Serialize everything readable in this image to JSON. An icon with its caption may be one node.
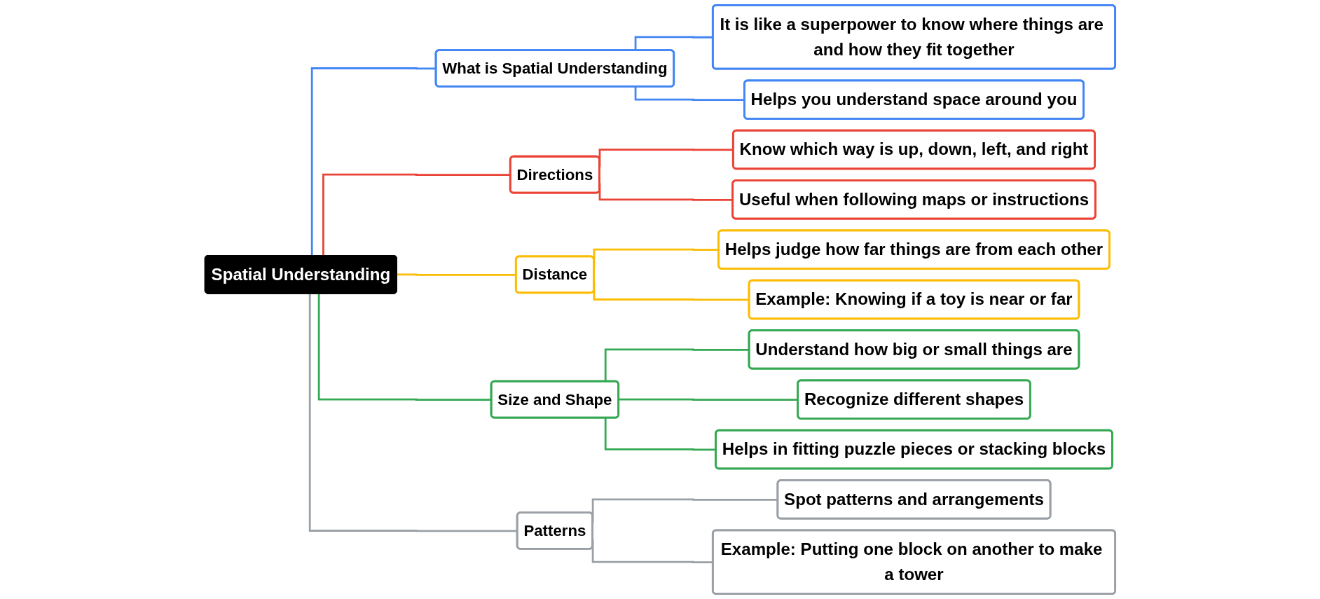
{
  "diagram": {
    "nodes": [
      {
        "text": [
          "Spatial Understanding"
        ]
      },
      {
        "text": [
          "What is Spatial Understanding"
        ]
      },
      {
        "text": [
          "It is like a superpower to know where things are and how they fit together"
        ]
      },
      {
        "text": [
          "Helps you understand space around you"
        ]
      },
      {
        "text": [
          "Directions"
        ]
      },
      {
        "text": [
          "Know which way is up, down, left, and right"
        ]
      },
      {
        "text": [
          "Useful when following maps or instructions"
        ]
      },
      {
        "text": [
          "Distance"
        ]
      },
      {
        "text": [
          "Helps judge how far things are from each other"
        ]
      },
      {
        "text": [
          "Example: Knowing if a toy is near or far"
        ]
      },
      {
        "text": [
          "Size and Shape"
        ]
      },
      {
        "text": [
          "Understand how big or small things are"
        ]
      },
      {
        "text": [
          "Recognize different shapes"
        ]
      },
      {
        "text": [
          "Helps in fitting puzzle pieces or stacking blocks"
        ]
      },
      {
        "text": [
          "Patterns"
        ]
      },
      {
        "text": [
          "Spot patterns and arrangements"
        ]
      },
      {
        "text": [
          "Example: Putting one block on another to make a tower"
        ]
      }
    ],
    "edges": [
      {
        "from": 0,
        "to": 1,
        "arrow": "none",
        "color": "#4285f4"
      },
      {
        "from": 1,
        "to": 2,
        "arrow": "none",
        "color": "#4285f4"
      },
      {
        "from": 1,
        "to": 3,
        "arrow": "none",
        "color": "#4285f4"
      },
      {
        "from": 0,
        "to": 4,
        "arrow": "none",
        "color": "#ea4335"
      },
      {
        "from": 4,
        "to": 5,
        "arrow": "none",
        "color": "#ea4335"
      },
      {
        "from": 4,
        "to": 6,
        "arrow": "none",
        "color": "#ea4335"
      },
      {
        "from": 0,
        "to": 7,
        "arrow": "none",
        "color": "#fbbc04"
      },
      {
        "from": 7,
        "to": 8,
        "arrow": "none",
        "color": "#fbbc04"
      },
      {
        "from": 7,
        "to": 9,
        "arrow": "none",
        "color": "#fbbc04"
      },
      {
        "from": 0,
        "to": 10,
        "arrow": "none",
        "color": "#34a853"
      },
      {
        "from": 10,
        "to": 11,
        "arrow": "none",
        "color": "#34a853"
      },
      {
        "from": 10,
        "to": 12,
        "arrow": "none",
        "color": "#34a853"
      },
      {
        "from": 10,
        "to": 13,
        "arrow": "none",
        "color": "#34a853"
      },
      {
        "from": 0,
        "to": 14,
        "arrow": "none",
        "color": "#9aa0a6"
      },
      {
        "from": 14,
        "to": 15,
        "arrow": "none",
        "color": "#9aa0a6"
      },
      {
        "from": 14,
        "to": 16,
        "arrow": "none",
        "color": "#9aa0a6"
      }
    ]
  }
}
